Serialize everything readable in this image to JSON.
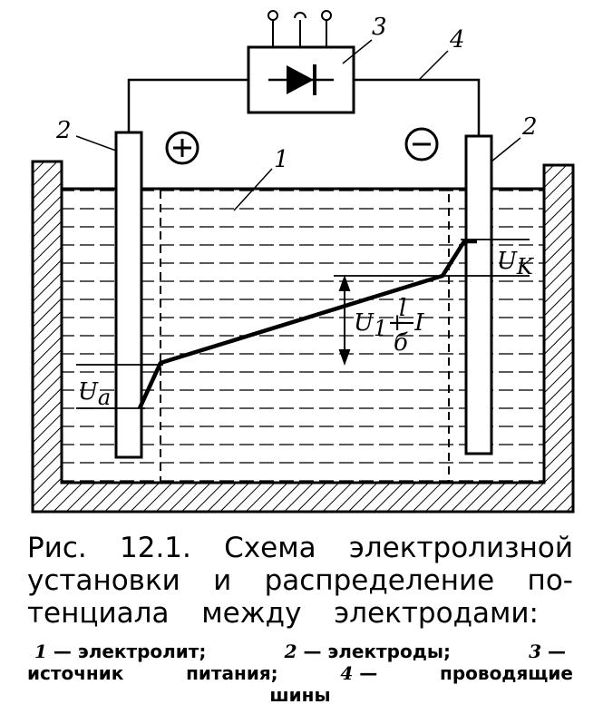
{
  "labels": {
    "electrolyte": "1",
    "electrode_left": "2",
    "electrode_right": "2",
    "power_source": "3",
    "busbar": "4",
    "plus": "+",
    "minus": "−",
    "u_anode": "U",
    "u_anode_sub": "a",
    "u_cathode": "U",
    "u_cathode_sub": "K",
    "drop_main": "U",
    "drop_sub": "1",
    "drop_op": "+ I",
    "drop_num": "l",
    "drop_den": "б"
  },
  "caption": {
    "line1_words": [
      "Рис.",
      "12.1.",
      "Схема",
      "электролизной"
    ],
    "line2_words": [
      "установки",
      "и",
      "распределение",
      "по-"
    ],
    "line3_words": [
      "тенциала",
      "между",
      "электродами:"
    ]
  },
  "legend": {
    "item1_num": "1",
    "item1_text": "— электролит;",
    "item2_num": "2",
    "item2_text": "— электроды;",
    "item3_num": "3",
    "item3_text": "—",
    "line2_a": "источник",
    "line2_b": "питания;",
    "item4_num": "4",
    "item4_text": "—",
    "line2_c": "проводящие",
    "line3": "шины"
  }
}
